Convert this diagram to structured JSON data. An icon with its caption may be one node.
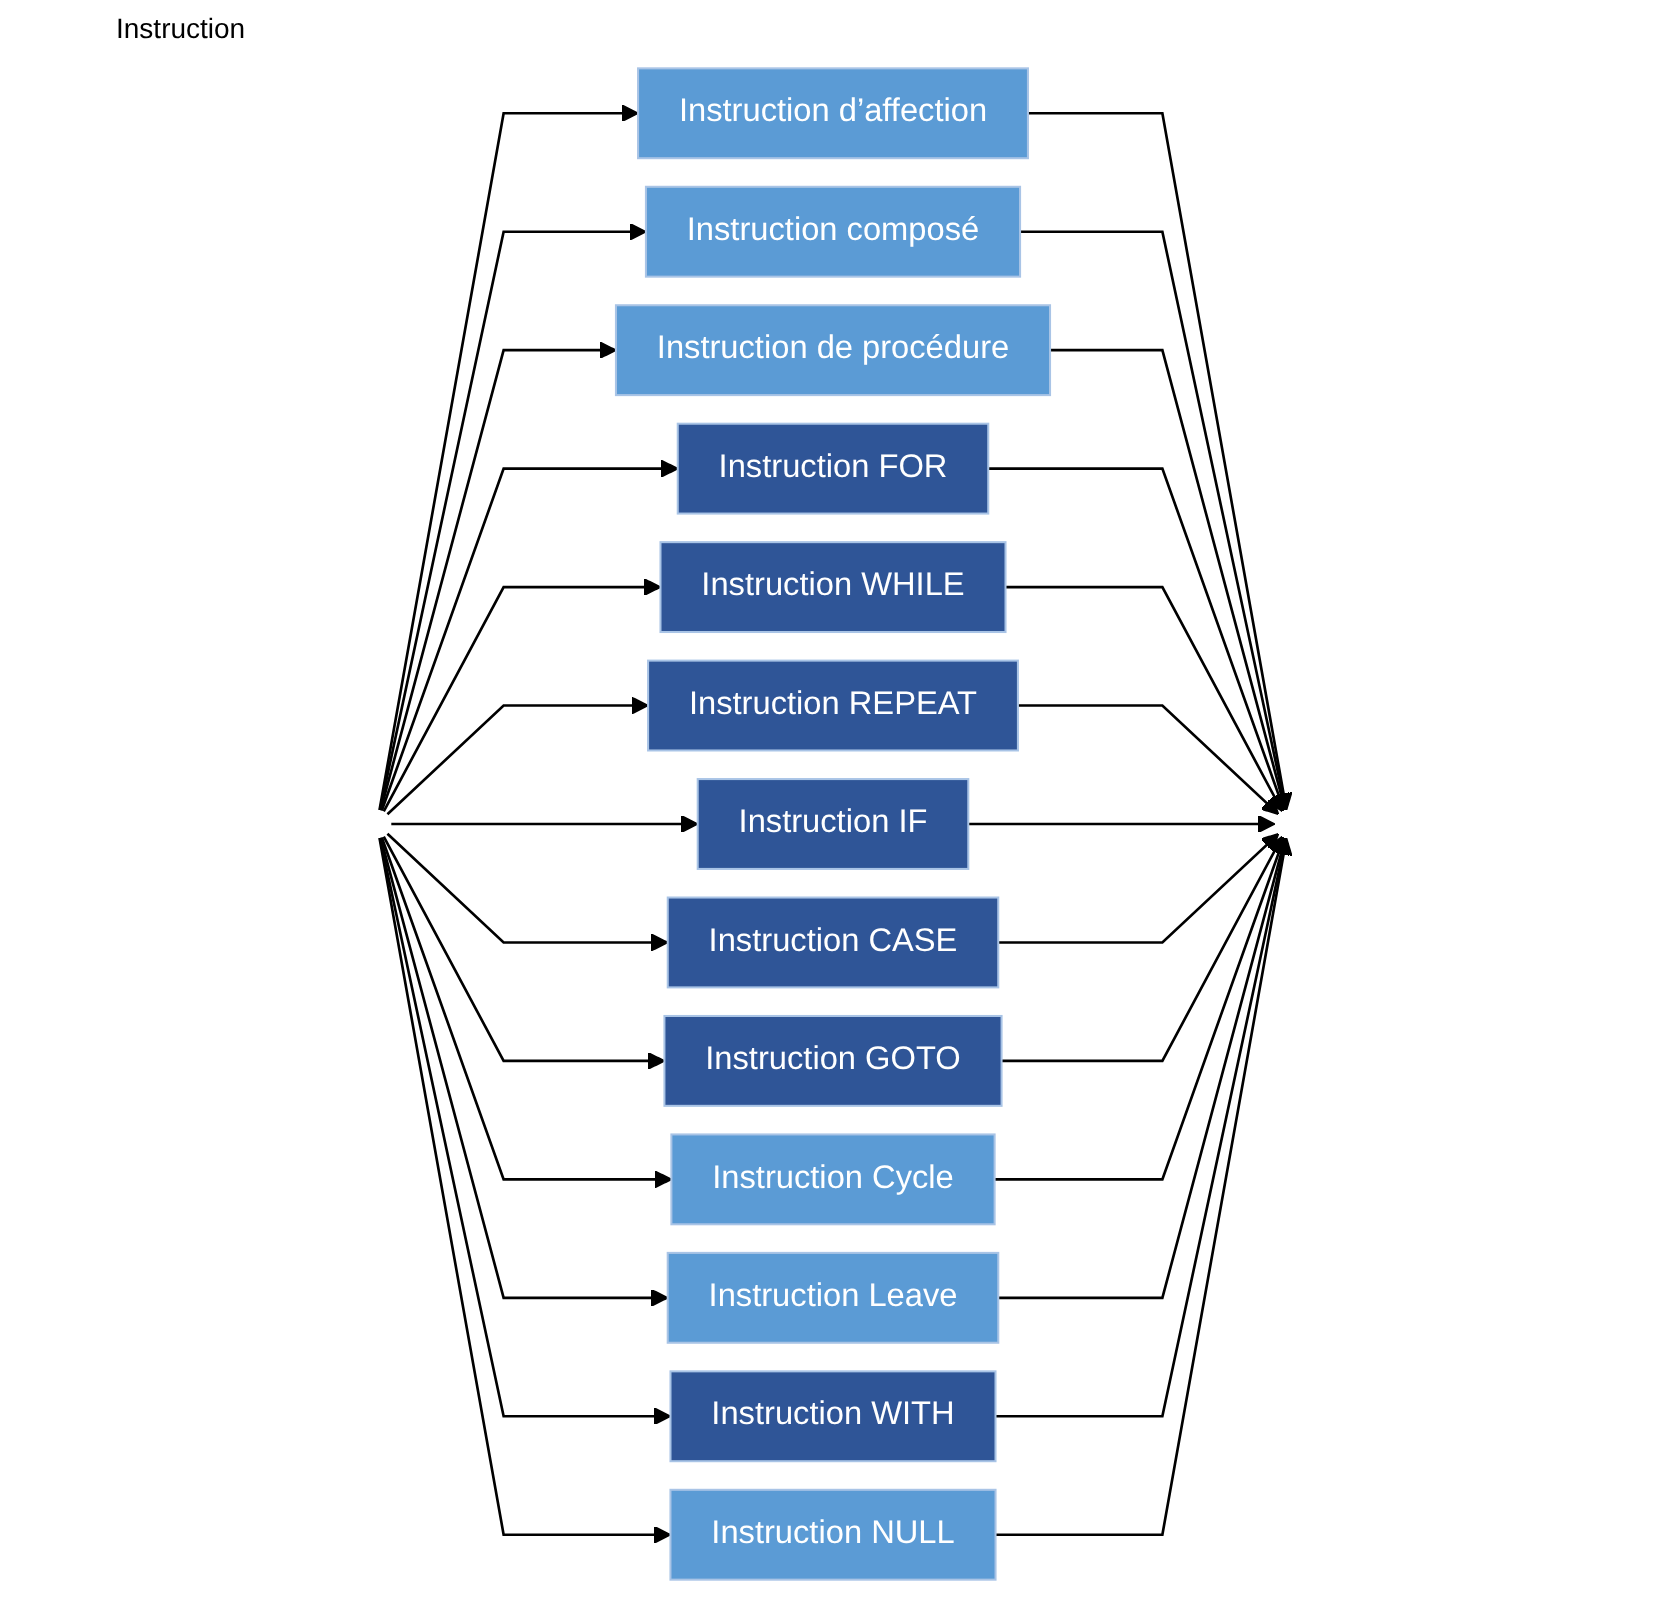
{
  "diagram": {
    "title": "Instruction",
    "nodes": [
      {
        "text": [
          "Instruction d’affection"
        ]
      },
      {
        "text": [
          "Instruction composé"
        ]
      },
      {
        "text": [
          "Instruction de procédure"
        ]
      },
      {
        "text": [
          "Instruction FOR"
        ]
      },
      {
        "text": [
          "Instruction WHILE"
        ]
      },
      {
        "text": [
          "Instruction REPEAT"
        ]
      },
      {
        "text": [
          "Instruction IF"
        ]
      },
      {
        "text": [
          "Instruction CASE"
        ]
      },
      {
        "text": [
          "Instruction GOTO"
        ]
      },
      {
        "text": [
          "Instruction Cycle"
        ]
      },
      {
        "text": [
          "Instruction Leave"
        ]
      },
      {
        "text": [
          "Instruction WITH"
        ]
      },
      {
        "text": [
          "Instruction NULL"
        ]
      }
    ],
    "edges": [
      {
        "from": null,
        "to": 0,
        "arrow": "to"
      },
      {
        "from": null,
        "to": 1,
        "arrow": "to"
      },
      {
        "from": null,
        "to": 2,
        "arrow": "to"
      },
      {
        "from": null,
        "to": 3,
        "arrow": "to"
      },
      {
        "from": null,
        "to": 4,
        "arrow": "to"
      },
      {
        "from": null,
        "to": 5,
        "arrow": "to"
      },
      {
        "from": null,
        "to": 6,
        "arrow": "to"
      },
      {
        "from": null,
        "to": 7,
        "arrow": "to"
      },
      {
        "from": null,
        "to": 8,
        "arrow": "to"
      },
      {
        "from": null,
        "to": 9,
        "arrow": "to"
      },
      {
        "from": null,
        "to": 10,
        "arrow": "to"
      },
      {
        "from": null,
        "to": 11,
        "arrow": "to"
      },
      {
        "from": null,
        "to": 12,
        "arrow": "to"
      },
      {
        "from": 0,
        "to": null,
        "arrow": "to"
      },
      {
        "from": 1,
        "to": null,
        "arrow": "to"
      },
      {
        "from": 2,
        "to": null,
        "arrow": "to"
      },
      {
        "from": 3,
        "to": null,
        "arrow": "to"
      },
      {
        "from": 4,
        "to": null,
        "arrow": "to"
      },
      {
        "from": 5,
        "to": null,
        "arrow": "to"
      },
      {
        "from": 6,
        "to": null,
        "arrow": "to"
      },
      {
        "from": 7,
        "to": null,
        "arrow": "to"
      },
      {
        "from": 8,
        "to": null,
        "arrow": "to"
      },
      {
        "from": 9,
        "to": null,
        "arrow": "to"
      },
      {
        "from": 10,
        "to": null,
        "arrow": "to"
      },
      {
        "from": 11,
        "to": null,
        "arrow": "to"
      },
      {
        "from": 12,
        "to": null,
        "arrow": "to"
      }
    ]
  }
}
